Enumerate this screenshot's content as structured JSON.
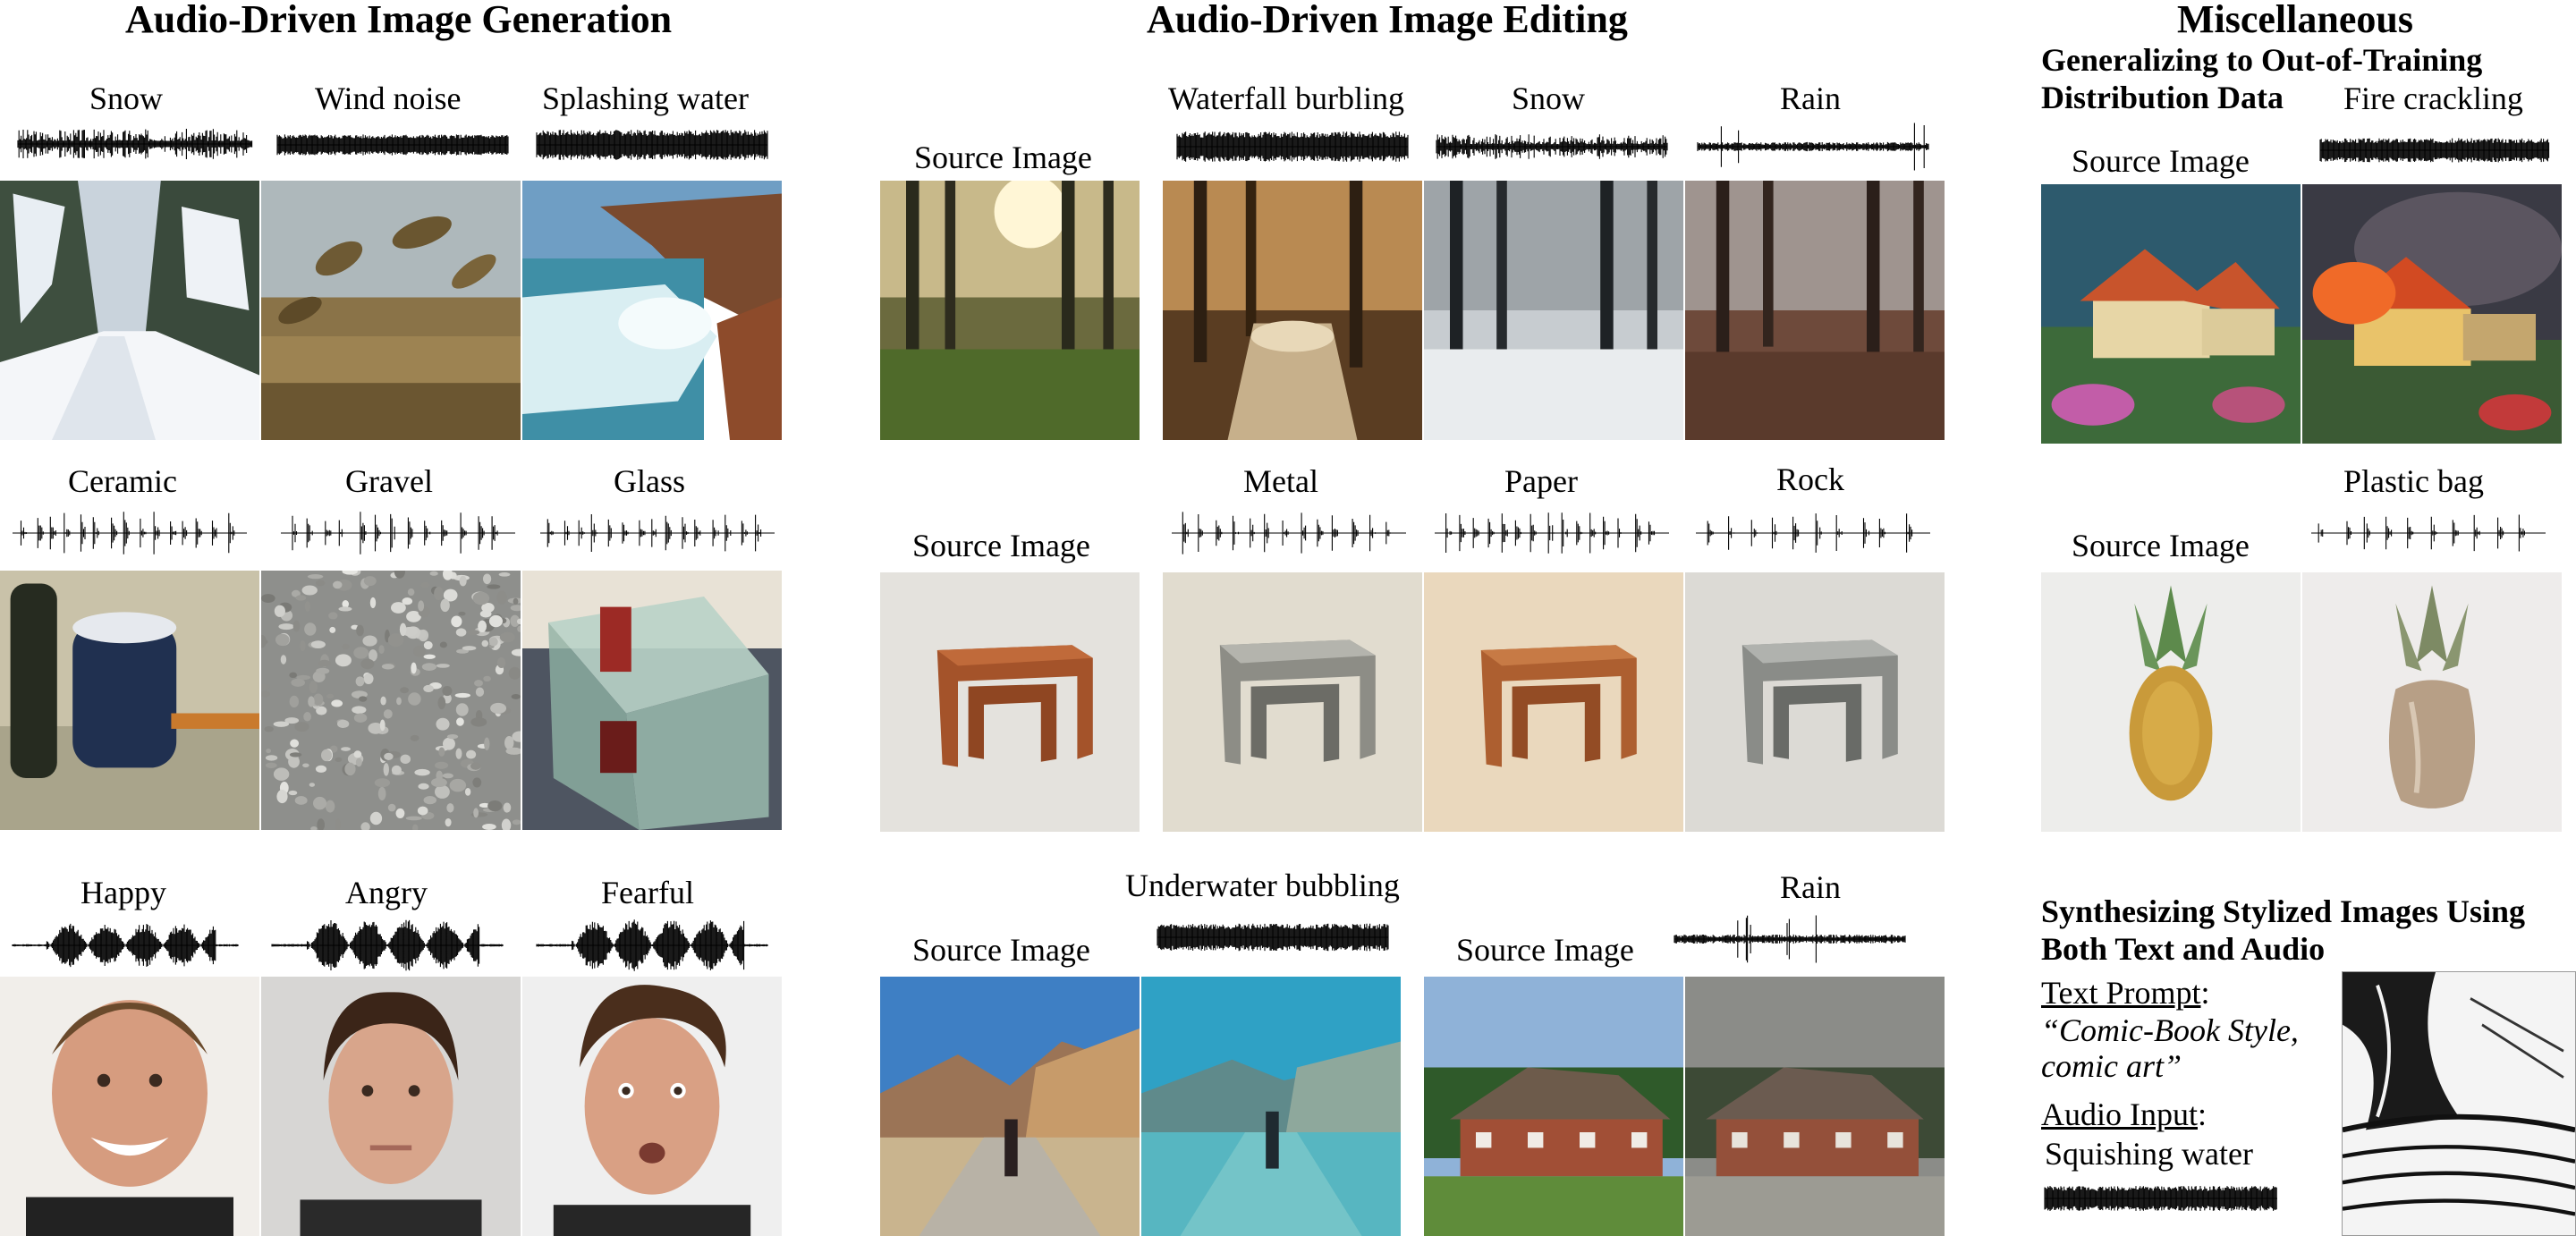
{
  "sections": {
    "generation": "Audio-Driven Image Generation",
    "editing": "Audio-Driven Image Editing",
    "misc": "Miscellaneous"
  },
  "generation": {
    "row1": [
      "Snow",
      "Wind noise",
      "Splashing water"
    ],
    "row2": [
      "Ceramic",
      "Gravel",
      "Glass"
    ],
    "row3": [
      "Happy",
      "Angry",
      "Fearful"
    ]
  },
  "editing": {
    "source_label": "Source Image",
    "row1": [
      "Waterfall burbling",
      "Snow",
      "Rain"
    ],
    "row2": [
      "Metal",
      "Paper",
      "Rock"
    ],
    "row3_left": "Underwater bubbling",
    "row3_right": "Rain"
  },
  "misc": {
    "ood_title": "Generalizing to Out-of-Training Distribution Data",
    "source_label": "Source Image",
    "fire": "Fire crackling",
    "plastic": "Plastic bag",
    "stylized_title": "Synthesizing Stylized Images Using Both Text and Audio",
    "text_prompt_label": "Text Prompt",
    "text_prompt_value": "“Comic-Book Style, comic art”",
    "audio_input_label": "Audio Input",
    "audio_input_value": "Squishing water"
  }
}
